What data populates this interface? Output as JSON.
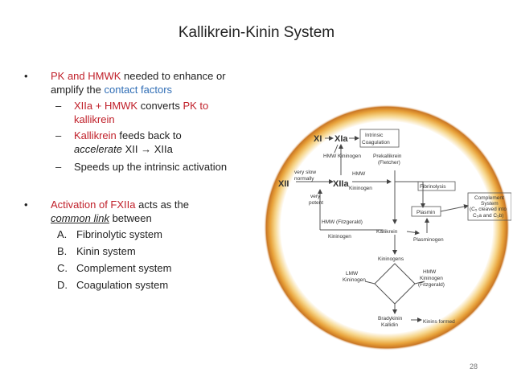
{
  "title": "Kallikrein-Kinin System",
  "bullet1": {
    "red": "PK and HMWK",
    "line1_rest": " needed to enhance or",
    "line2_plain": "amplify the ",
    "line2_blue": "contact factors",
    "subs": [
      {
        "red": "XIIa + HMWK",
        "plain": " converts ",
        "red2": "PK to",
        "line2": "kallikrein"
      },
      {
        "red": "Kallikrein",
        "plain": " feeds back to",
        "line2_italic": "accelerate",
        "line2_plain": " XII ",
        "arrow": "→",
        "line2_end": " XIIa"
      },
      {
        "plain": "Speeds up the intrinsic activation"
      }
    ]
  },
  "bullet2": {
    "red": "Activation of FXIIa",
    "line1_rest": " acts as the",
    "line2_underline": "common link",
    "line2_rest": " between",
    "items": [
      {
        "letter": "A.",
        "text": "Fibrinolytic system"
      },
      {
        "letter": "B.",
        "text": "Kinin system"
      },
      {
        "letter": "C.",
        "text": "Complement system"
      },
      {
        "letter": "D.",
        "text": "Coagulation system"
      }
    ]
  },
  "diagram": {
    "xi_label": "XI",
    "xia_label": "XIa",
    "intrinsic_line1": "Intrinsic",
    "intrinsic_line2": "Coagulation",
    "hmw_kininogen_1": "HMW Kininogen",
    "prekallikrein_line1": "Prekallikrein",
    "prekallikrein_line2": "(Fletcher)",
    "very_slow_line1": "very slow",
    "very_slow_line2": "normally",
    "xii_label": "XII",
    "xiia_label": "XIIa",
    "hmw_line1": "HMW",
    "hmw_line2": "Kininogen",
    "fibrinolysis": "Fibrinolysis",
    "complement_line1": "Complement",
    "complement_line2": "System",
    "complement_line3": "(C₅ cleaved into",
    "complement_line4": "C₅a and C₅b)",
    "very_potent_line1": "very",
    "very_potent_line2": "potent",
    "plasmin": "Plasmin",
    "hmw_fitzgerald_line1": "HMW (Fitzgerald)",
    "hmw_fitzgerald_line2": "Kininogen",
    "kallikrein": "Kallikrein",
    "plasminogen": "Plasminogen",
    "kininogens": "Kininogens",
    "lmw_line1": "LMW",
    "lmw_line2": "Kininogen",
    "hmw_k2_line1": "HMW",
    "hmw_k2_line2": "Kininogen",
    "hmw_k2_line3": "(Fitzgerald)",
    "bradykinin_line1": "Bradykinin",
    "bradykinin_line2": "Kallidin",
    "kinins_formed": "Kinins formed"
  },
  "page_number": "28",
  "colors": {
    "accent_red": "#c0202a",
    "accent_blue": "#2f6db5",
    "diagram_border": "#e8a23a"
  }
}
